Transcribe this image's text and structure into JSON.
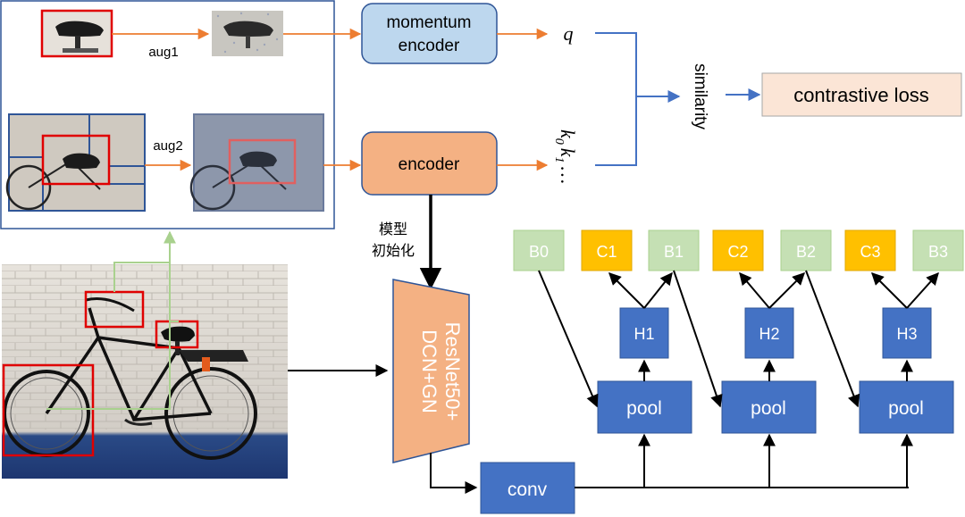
{
  "top": {
    "aug1": "aug1",
    "aug2": "aug2",
    "momentum_encoder": [
      "momentum",
      "encoder"
    ],
    "encoder": "encoder",
    "q": "q",
    "keys": {
      "k": "k",
      "sub0": "0",
      "sub1": "1",
      "ellipsis": "…"
    },
    "similarity": "similarity",
    "contrastive_loss": "contrastive loss",
    "init_label": [
      "模型",
      "初始化"
    ]
  },
  "backbone": {
    "lines": [
      "ResNet50+",
      "DCN+GN"
    ]
  },
  "conv": "conv",
  "outputs": [
    "B0",
    "C1",
    "B1",
    "C2",
    "B2",
    "C3",
    "B3"
  ],
  "heads": [
    "H1",
    "H2",
    "H3"
  ],
  "pools": [
    "pool",
    "pool",
    "pool"
  ],
  "colors": {
    "momentum_fill": "#bdd7ee",
    "momentum_stroke": "#2f5597",
    "encoder_fill": "#f4b183",
    "encoder_stroke": "#2f5597",
    "loss_fill": "#fbe5d6",
    "b_fill": "#c5e0b4",
    "c_fill": "#ffc000",
    "blue_box": "#4472c4",
    "orange_arrow": "#ed7d31",
    "blue_line": "#4472c4",
    "green_line": "#a9d18e",
    "red_box": "#e00000"
  }
}
